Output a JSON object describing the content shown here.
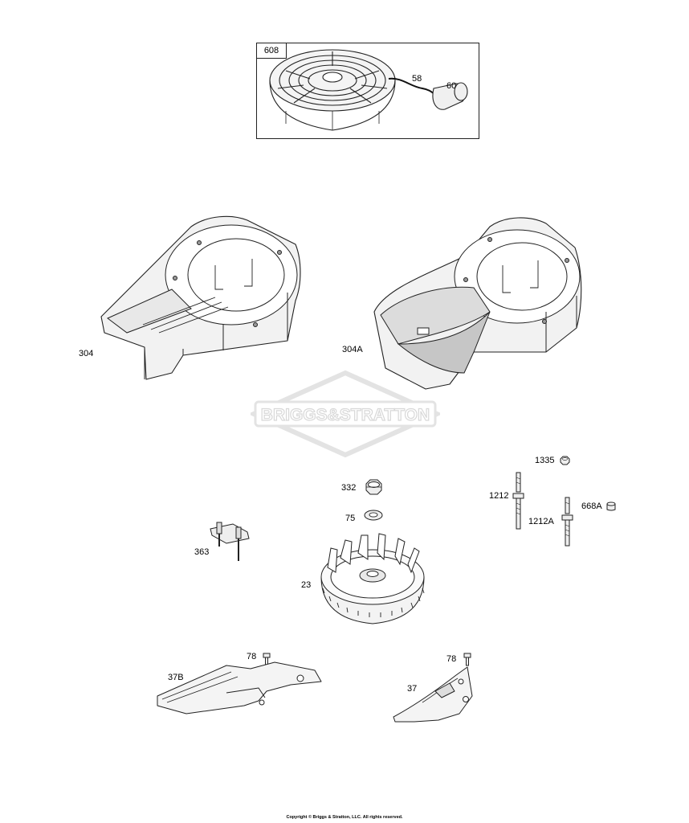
{
  "kit": {
    "number": "608"
  },
  "labels": {
    "rope": "58",
    "handle": "60",
    "housing_a": "304",
    "housing_b": "304A",
    "nut": "332",
    "washer": "75",
    "flywheel": "23",
    "bracket": "363",
    "stud_nut": "1335",
    "stud_a": "1212",
    "stud_b": "1212A",
    "spacer": "668A",
    "screw_left": "78",
    "screw_right": "78",
    "baffle_left": "37B",
    "baffle_right": "37"
  },
  "watermark": {
    "text": "BRIGGS&STRATTON"
  },
  "footer": {
    "copyright": "Copyright © Briggs & Stratton, LLC. All rights reserved."
  }
}
